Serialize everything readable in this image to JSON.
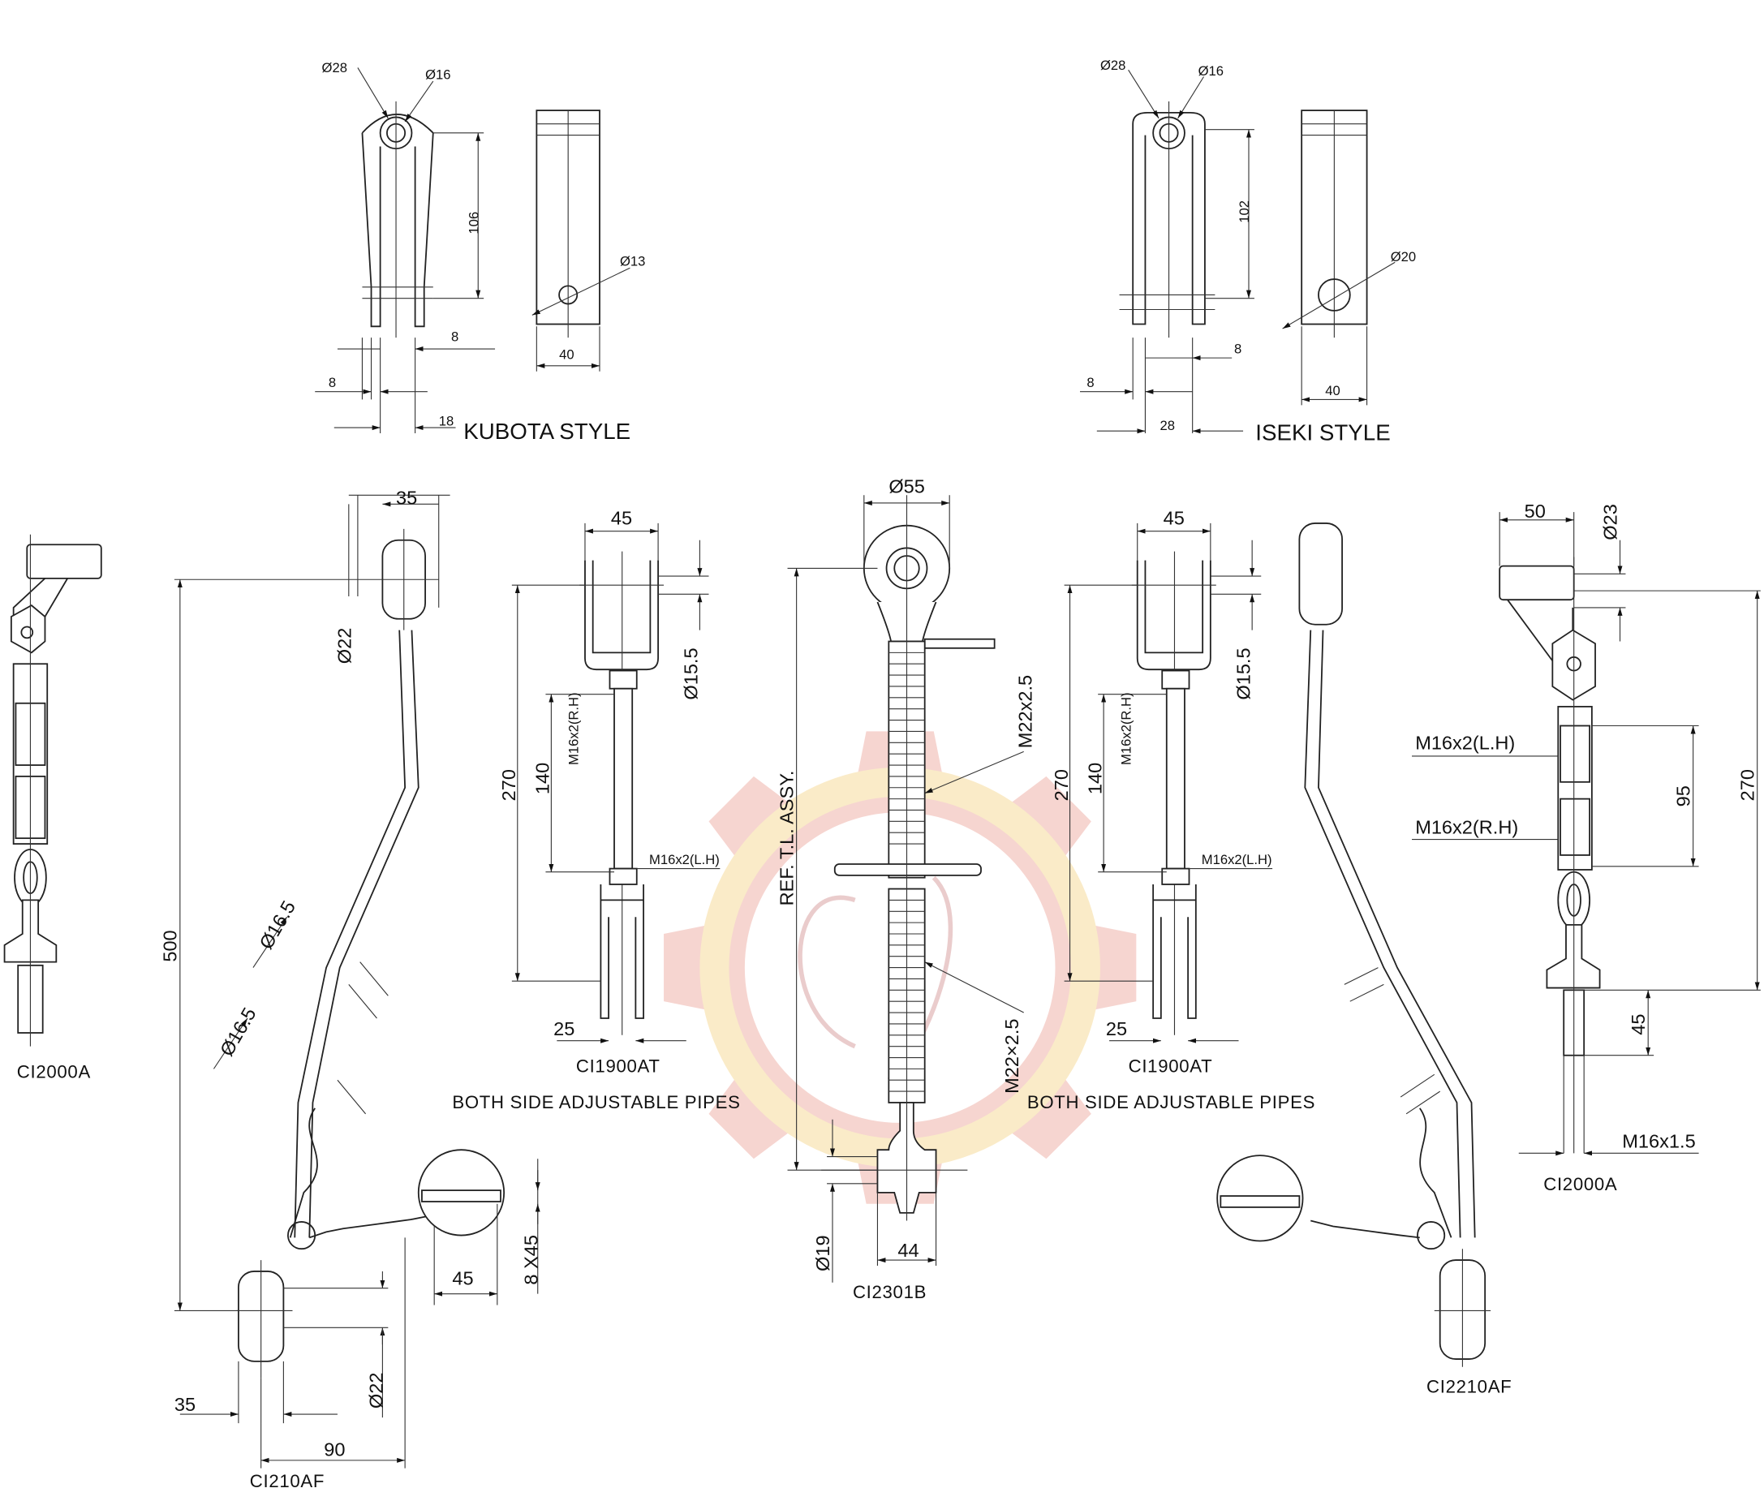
{
  "colors": {
    "line": "#222222",
    "watermark_gear": "#f3c9c4",
    "watermark_ring": "#fbe9b8",
    "background": "#ffffff"
  },
  "kubota": {
    "title": "KUBOTA STYLE",
    "dims": {
      "outer_dia": "Ø28",
      "inner_dia": "Ø16",
      "height": "106",
      "hole": "Ø13",
      "slot": "8",
      "width": "40",
      "side": "8",
      "total": "18"
    }
  },
  "iseki": {
    "title": "ISEKI STYLE",
    "dims": {
      "outer_dia": "Ø28",
      "inner_dia": "Ø16",
      "height": "102",
      "hole": "Ø20",
      "slot": "8",
      "width": "40",
      "side": "8",
      "total": "28"
    }
  },
  "ci2000a_left": {
    "label": "CI2000A"
  },
  "ci210af": {
    "label": "CI210AF",
    "dims": {
      "top_width": "35",
      "top_dia": "Ø22",
      "length": "500",
      "rod_dia_1": "Ø16.5",
      "rod_dia_2": "Ø16.5",
      "pin_len": "45",
      "pin_spec": "8 X45",
      "bottom_dia": "Ø22",
      "bottom_width": "35",
      "offset": "90"
    }
  },
  "ci1900at_left": {
    "label": "CI1900AT",
    "note": "BOTH SIDE ADJUSTABLE PIPES",
    "dims": {
      "fork_width": "45",
      "length": "270",
      "adjust": "140",
      "thread_rh": "M16x2(R.H)",
      "pin_dia": "Ø15.5",
      "thread_lh": "M16x2(L.H)",
      "slot": "25"
    }
  },
  "ci2301b": {
    "label": "CI2301B",
    "dims": {
      "ball_dia": "Ø55",
      "ref": "REF. T.L. ASSY.",
      "thread_top": "M22x2.5",
      "thread_bottom": "M22×2.5",
      "end_dia": "Ø19",
      "end_width": "44"
    }
  },
  "ci1900at_right": {
    "label": "CI1900AT",
    "note": "BOTH SIDE ADJUSTABLE PIPES",
    "dims": {
      "fork_width": "45",
      "length": "270",
      "adjust": "140",
      "thread_rh": "M16x2(R.H)",
      "pin_dia": "Ø15.5",
      "thread_lh": "M16x2(L.H)",
      "slot": "25"
    }
  },
  "ci2210af": {
    "label": "CI2210AF"
  },
  "ci2000a_right": {
    "label": "CI2000A",
    "dims": {
      "block_width": "50",
      "block_dia": "Ø23",
      "thread_lh": "M16x2(L.H)",
      "thread_rh": "M16x2(R.H)",
      "adjust": "95",
      "length": "270",
      "end_len": "45",
      "end_thread": "M16x1.5"
    }
  }
}
